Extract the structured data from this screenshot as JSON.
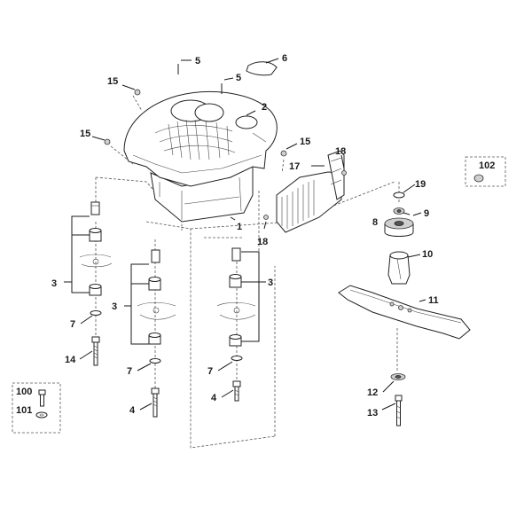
{
  "callouts": {
    "c1": "1",
    "c2": "2",
    "c3a": "3",
    "c3b": "3",
    "c3c": "3",
    "c4a": "4",
    "c4b": "4",
    "c5a": "5",
    "c5b": "5",
    "c6": "6",
    "c7a": "7",
    "c7b": "7",
    "c7c": "7",
    "c8": "8",
    "c9": "9",
    "c10": "10",
    "c11": "11",
    "c12": "12",
    "c13": "13",
    "c14": "14",
    "c15a": "15",
    "c15b": "15",
    "c15c": "15",
    "c17": "17",
    "c18a": "18",
    "c18b": "18",
    "c19": "19",
    "c100": "100",
    "c101": "101",
    "c102": "102"
  }
}
